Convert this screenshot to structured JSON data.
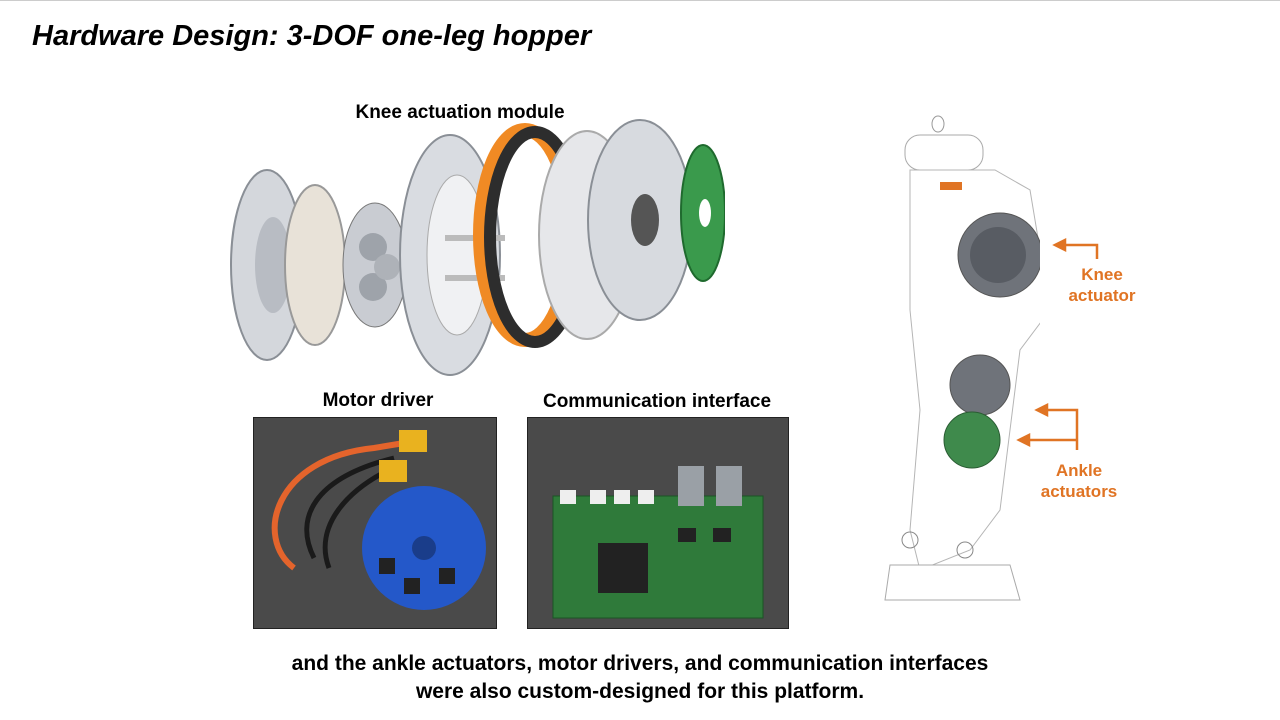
{
  "slide": {
    "title": "Hardware Design: 3-DOF one-leg hopper",
    "knee_module_caption": "Knee actuation module",
    "motor_driver_caption": "Motor driver",
    "comm_interface_caption": "Communication interface",
    "knee_label_line1": "Knee",
    "knee_label_line2": "actuator",
    "ankle_label_line1": "Ankle",
    "ankle_label_line2": "actuators",
    "bottom_line1": "and the ankle actuators, motor drivers, and communication interfaces",
    "bottom_line2": "were also custom-designed for this platform."
  },
  "colors": {
    "accent": "#e07424",
    "pcb_green": "#2f7a3a",
    "driver_blue": "#2458c9"
  }
}
